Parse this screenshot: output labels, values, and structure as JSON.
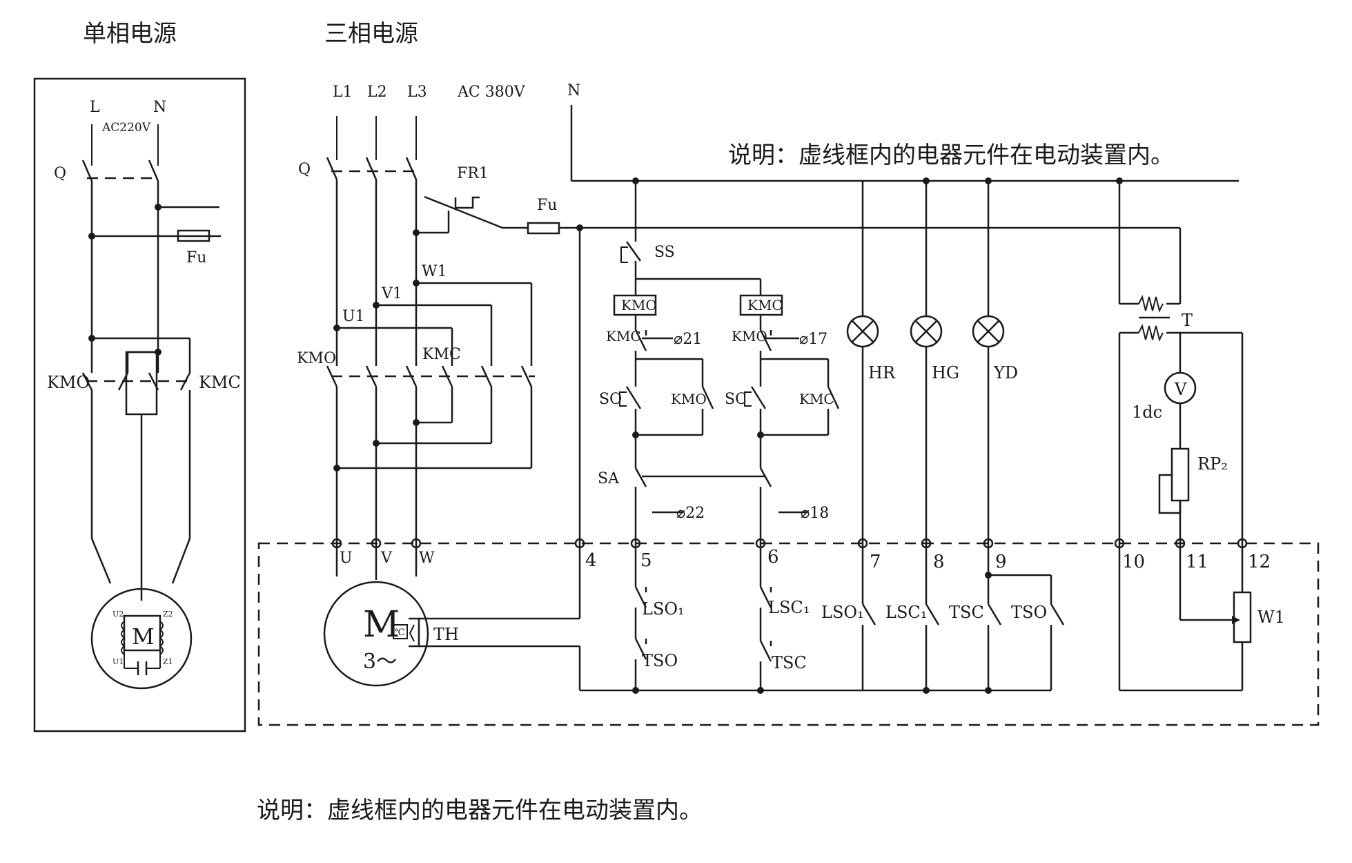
{
  "titles": {
    "single": "单相电源",
    "three": "三相电源"
  },
  "notes": {
    "top": "说明：虚线框内的电器元件在电动装置内。",
    "bottom": "说明：虚线框内的电器元件在电动装置内。"
  },
  "single_phase": {
    "L": "L",
    "N": "N",
    "voltage": "AC220V",
    "Q": "Q",
    "Fu": "Fu",
    "KMO": "KMO",
    "KMC": "KMC",
    "M": "M",
    "U2": "U2",
    "Z2": "Z2",
    "U1": "U1",
    "Z1": "Z1"
  },
  "three_phase": {
    "L1": "L1",
    "L2": "L2",
    "L3": "L3",
    "voltage": "AC 380V",
    "N": "N",
    "Q": "Q",
    "FR1": "FR1",
    "Fu": "Fu",
    "U1": "U1",
    "V1": "V1",
    "W1": "W1",
    "KMO": "KMO",
    "KMC": "KMC",
    "U": "U",
    "V": "V",
    "W": "W",
    "M": "M",
    "M3": "3～",
    "deg": "℃",
    "TH": "TH"
  },
  "control": {
    "SS": "SS",
    "KMO_coil": "KMO",
    "KMC_coil": "KMC",
    "KMC_nc": "KMC",
    "KMO_nc": "KMO",
    "t21": "⌀21",
    "t17": "⌀17",
    "t22": "⌀22",
    "t18": "⌀18",
    "SO": "SO",
    "SC": "SC",
    "KMO_no": "KMO",
    "KMC_no": "KMC",
    "SA": "SA",
    "HR": "HR",
    "HG": "HG",
    "YD": "YD",
    "LSO1": "LSO₁",
    "TSO": "TSO",
    "LSC1": "LSC₁",
    "TSC": "TSC",
    "LSO1b": "LSO₁",
    "LSC1b": "LSC₁",
    "TSCb": "TSC",
    "TSOb": "TSO",
    "T": "T",
    "V": "V",
    "ldc": "1dc",
    "RP2": "RP₂",
    "W1": "W1"
  },
  "terminals": [
    "4",
    "5",
    "6",
    "7",
    "8",
    "9",
    "10",
    "11",
    "12"
  ]
}
